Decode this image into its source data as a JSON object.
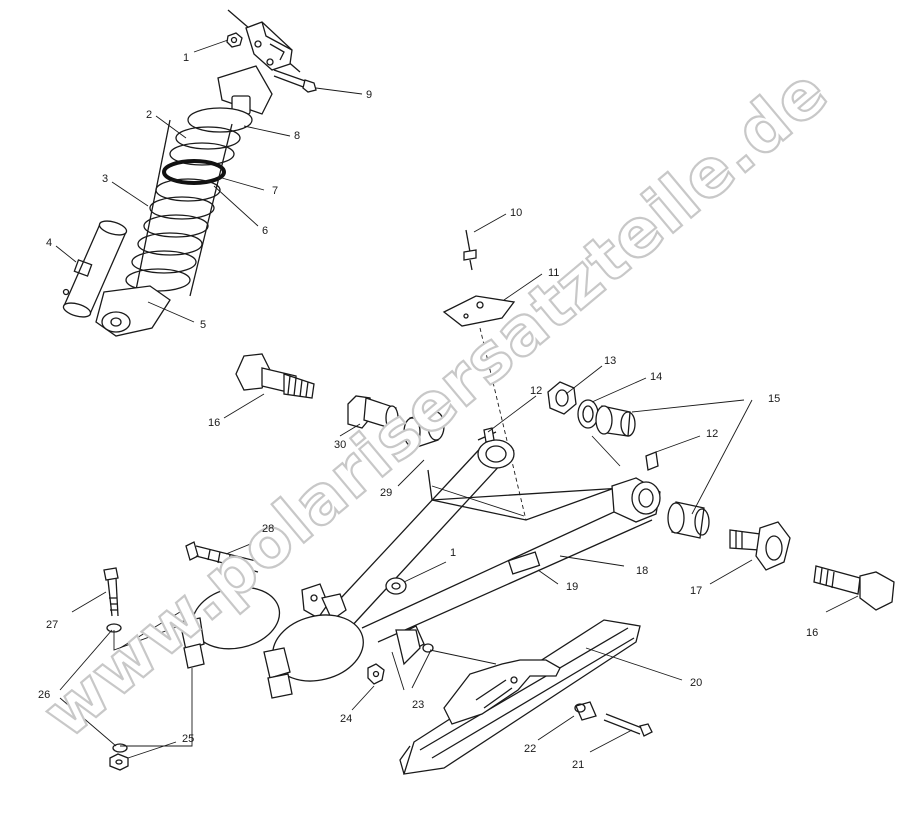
{
  "watermark": "www.polarisersatzteile.de",
  "callouts": [
    {
      "id": "c1a",
      "text": "1"
    },
    {
      "id": "c9",
      "text": "9"
    },
    {
      "id": "c2",
      "text": "2"
    },
    {
      "id": "c8",
      "text": "8"
    },
    {
      "id": "c3",
      "text": "3"
    },
    {
      "id": "c7",
      "text": "7"
    },
    {
      "id": "c6",
      "text": "6"
    },
    {
      "id": "c4",
      "text": "4"
    },
    {
      "id": "c5",
      "text": "5"
    },
    {
      "id": "c10",
      "text": "10"
    },
    {
      "id": "c11",
      "text": "11"
    },
    {
      "id": "c13",
      "text": "13"
    },
    {
      "id": "c14",
      "text": "14"
    },
    {
      "id": "c15",
      "text": "15"
    },
    {
      "id": "c12a",
      "text": "12"
    },
    {
      "id": "c12b",
      "text": "12"
    },
    {
      "id": "c16a",
      "text": "16"
    },
    {
      "id": "c30",
      "text": "30"
    },
    {
      "id": "c29",
      "text": "29"
    },
    {
      "id": "c28",
      "text": "28"
    },
    {
      "id": "c18",
      "text": "18"
    },
    {
      "id": "c19",
      "text": "19"
    },
    {
      "id": "c17",
      "text": "17"
    },
    {
      "id": "c16b",
      "text": "16"
    },
    {
      "id": "c1b",
      "text": "1"
    },
    {
      "id": "c27",
      "text": "27"
    },
    {
      "id": "c26",
      "text": "26"
    },
    {
      "id": "c20",
      "text": "20"
    },
    {
      "id": "c24",
      "text": "24"
    },
    {
      "id": "c23",
      "text": "23"
    },
    {
      "id": "c22",
      "text": "22"
    },
    {
      "id": "c21",
      "text": "21"
    },
    {
      "id": "c25",
      "text": "25"
    }
  ]
}
